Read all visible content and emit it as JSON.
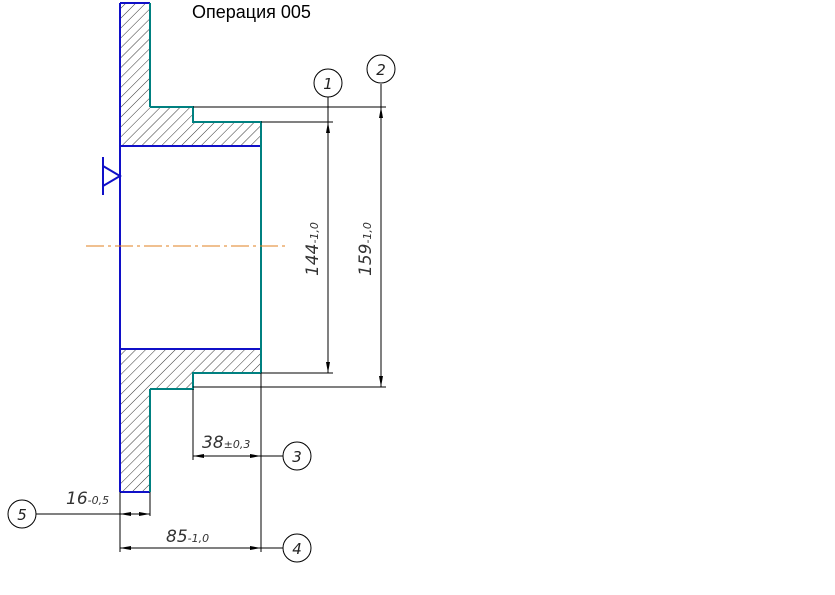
{
  "title": "Операция 005",
  "colors": {
    "contour": "#1010c8",
    "machined": "#008080",
    "axis": "#e08020",
    "dimension": "#000000",
    "hatch": "#000000"
  },
  "dimensions": {
    "d144": {
      "main": "144",
      "tol": "-1,0"
    },
    "d159": {
      "main": "159",
      "tol": "-1,0"
    },
    "d38": {
      "main": "38",
      "tol": "±0,3"
    },
    "d16": {
      "main": "16",
      "tol": "-0,5"
    },
    "d85": {
      "main": "85",
      "tol": "-1,0"
    }
  },
  "markers": {
    "m1": "1",
    "m2": "2",
    "m3": "3",
    "m4": "4",
    "m5": "5"
  }
}
